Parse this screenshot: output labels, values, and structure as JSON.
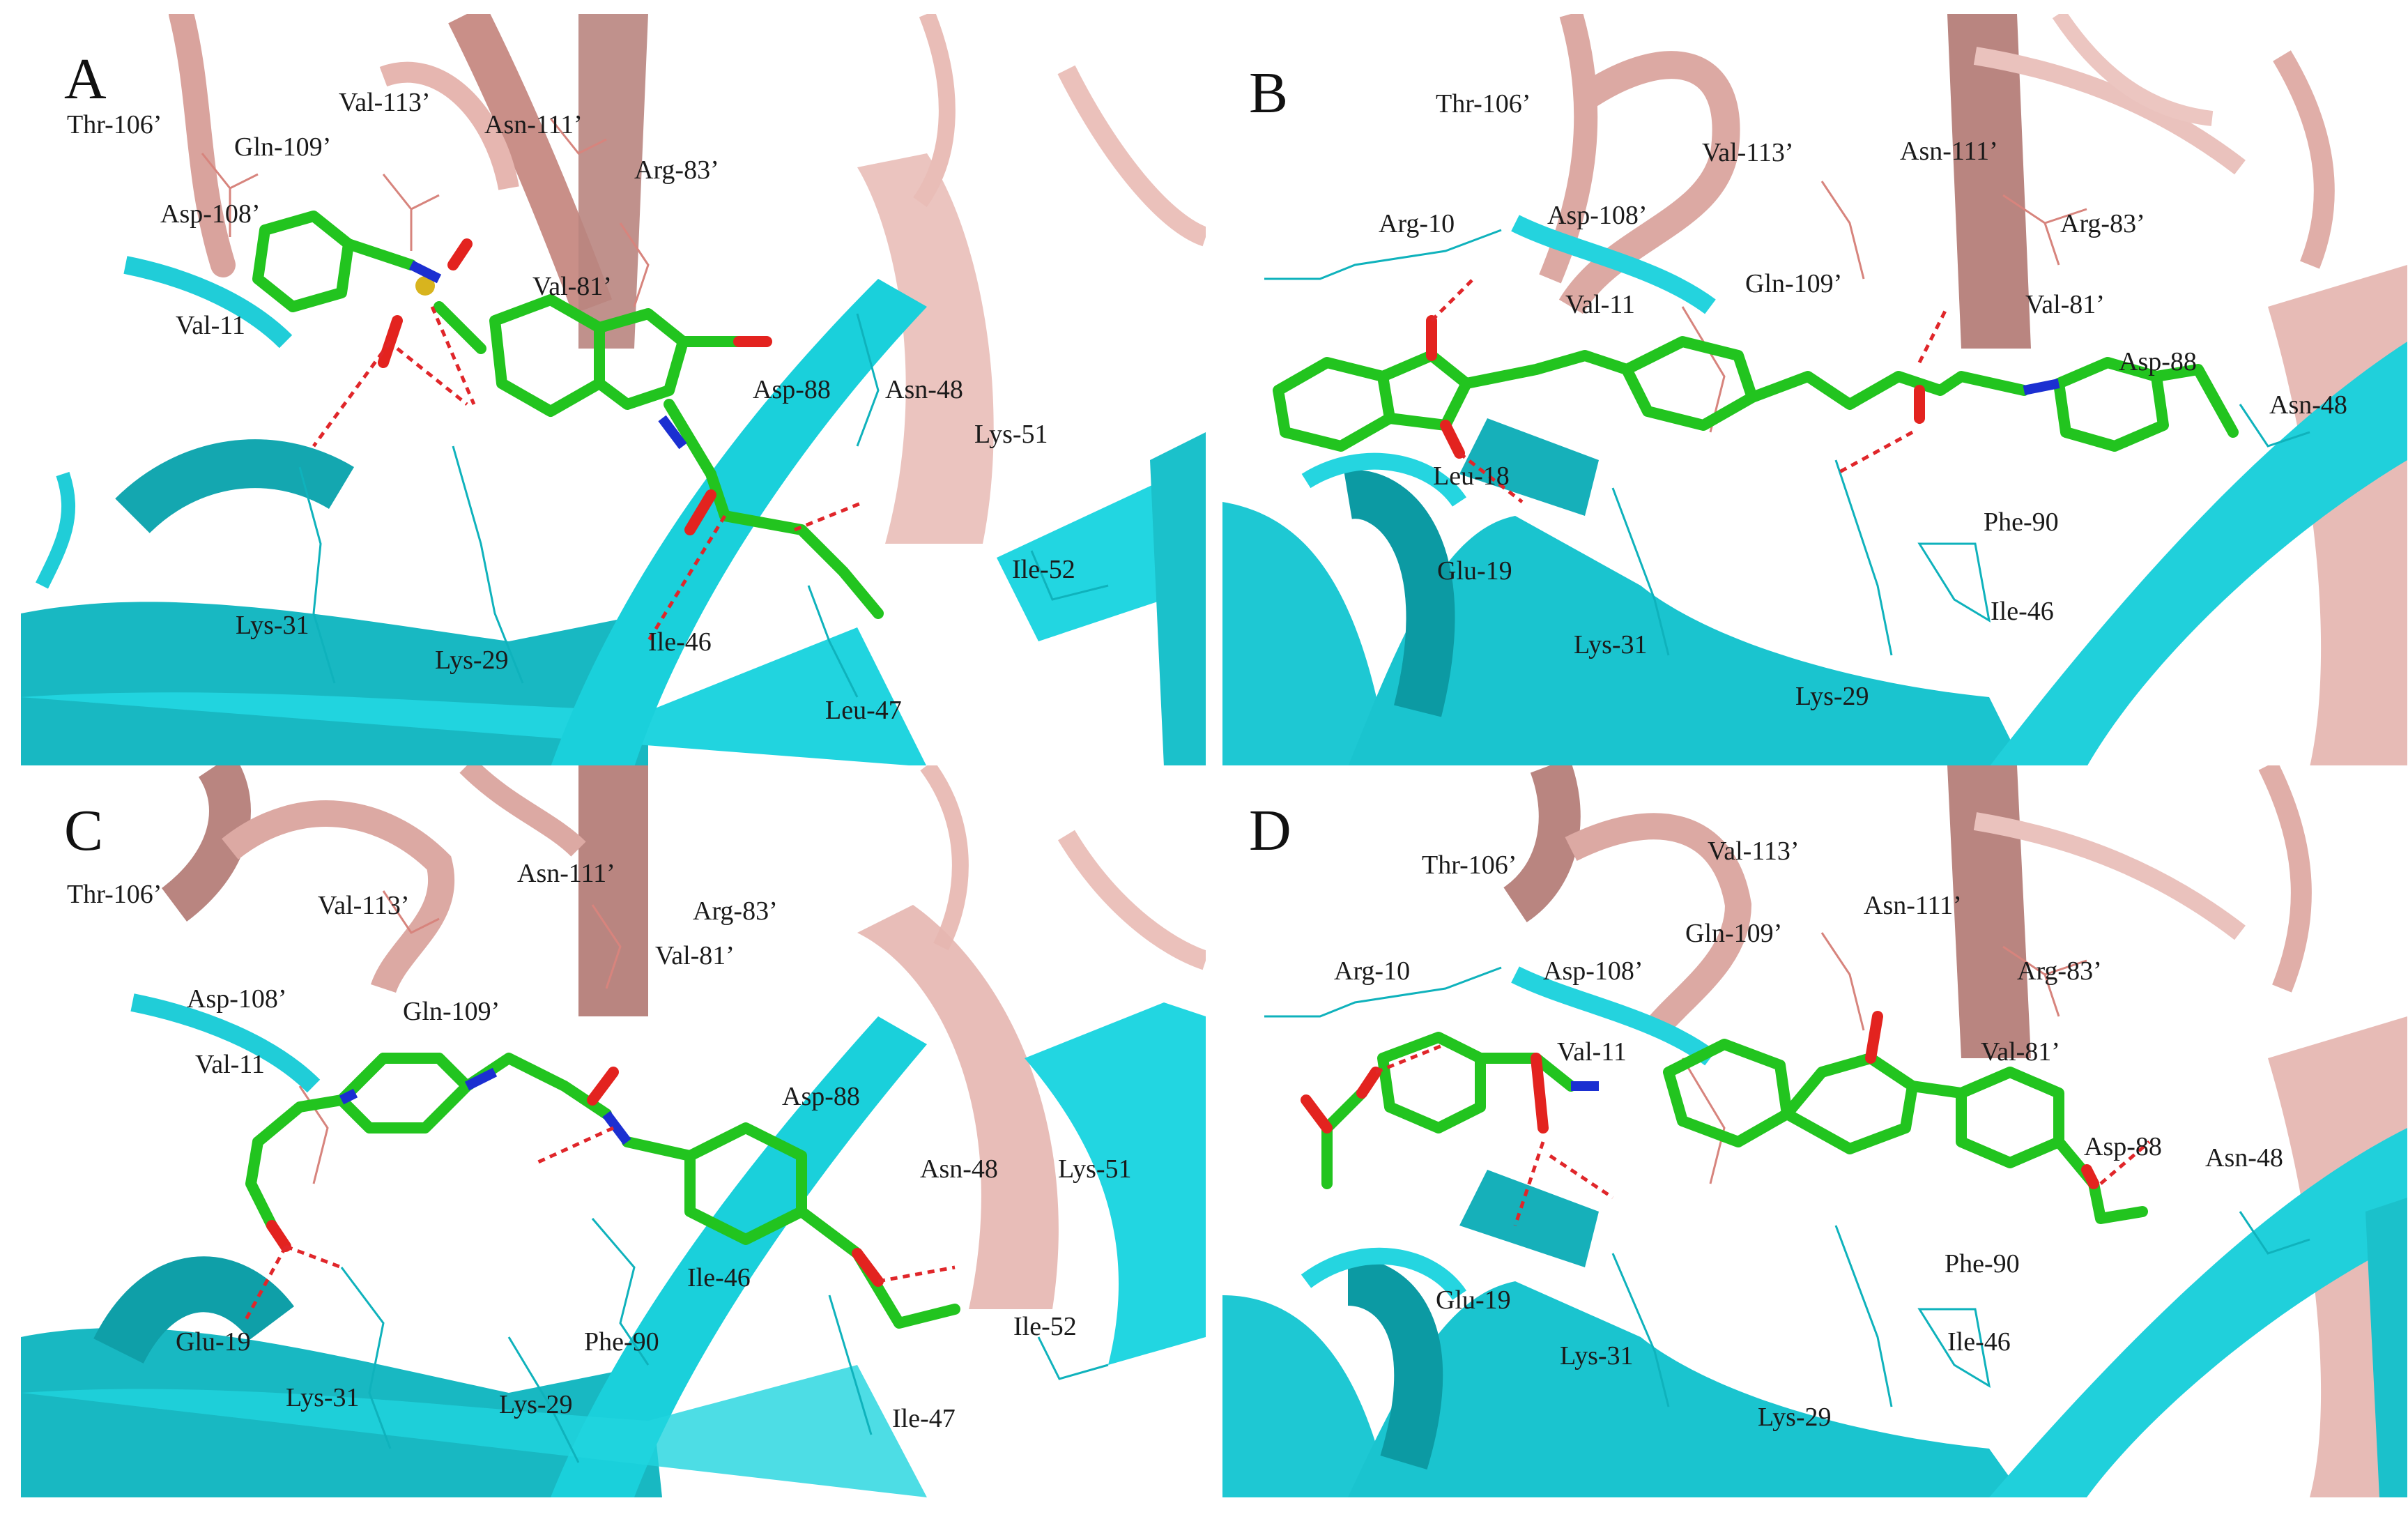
{
  "colors": {
    "cyan_ribbon": "#1fd3de",
    "cyan_dark": "#0e9aa3",
    "pink_ribbon": "#e7b0aa",
    "pink_dark": "#b87f78",
    "ligand_carbon": "#22c41f",
    "oxygen": "#e3231f",
    "nitrogen": "#1b2fd1",
    "sulfur": "#d8b41e",
    "hbond": "#e0262a"
  },
  "panels": [
    {
      "label": "A",
      "residues": [
        "Thr-106’",
        "Val-113’",
        "Asn-111’",
        "Gln-109’",
        "Arg-83’",
        "Asp-108’",
        "Val-81’",
        "Val-11",
        "Asp-88",
        "Asn-48",
        "Lys-51",
        "Ile-52",
        "Lys-31",
        "Lys-29",
        "Ile-46",
        "Leu-47"
      ]
    },
    {
      "label": "B",
      "residues": [
        "Thr-106’",
        "Val-113’",
        "Asn-111’",
        "Arg-10",
        "Asp-108’",
        "Arg-83’",
        "Val-11",
        "Gln-109’",
        "Val-81’",
        "Asp-88",
        "Asn-48",
        "Leu-18",
        "Phe-90",
        "Glu-19",
        "Ile-46",
        "Lys-31",
        "Lys-29"
      ]
    },
    {
      "label": "C",
      "residues": [
        "Thr-106’",
        "Asn-111’",
        "Val-113’",
        "Arg-83’",
        "Val-81’",
        "Asp-108’",
        "Gln-109’",
        "Val-11",
        "Asp-88",
        "Asn-48",
        "Lys-51",
        "Ile-46",
        "Glu-19",
        "Phe-90",
        "Ile-52",
        "Lys-31",
        "Lys-29",
        "Ile-47"
      ]
    },
    {
      "label": "D",
      "residues": [
        "Thr-106’",
        "Val-113’",
        "Gln-109’",
        "Asn-111’",
        "Arg-10",
        "Asp-108’",
        "Arg-83’",
        "Val-11",
        "Val-81’",
        "Asp-88",
        "Asn-48",
        "Phe-90",
        "Glu-19",
        "Ile-46",
        "Lys-31",
        "Lys-29"
      ]
    }
  ]
}
